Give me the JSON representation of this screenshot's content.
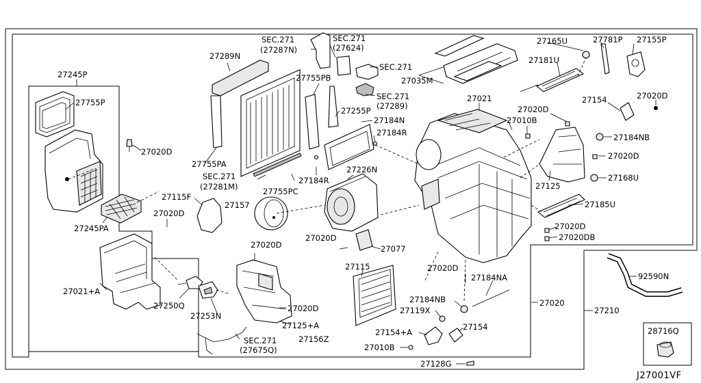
{
  "diagram_code": "J27001VF",
  "labels": {
    "p27245P": "27245P",
    "p27755P": "27755P",
    "p27020D_a": "27020D",
    "p27245PA": "27245PA",
    "p27021A": "27021+A",
    "p27250Q": "27250Q",
    "p27253N": "27253N",
    "p27289N": "27289N",
    "p27755PA": "27755PA",
    "sec271_27281M_a": "SEC.271",
    "sec271_27281M_b": "(27281M)",
    "p27755PC": "27755PC",
    "p27115F": "27115F",
    "p27020D_b": "27020D",
    "p27157": "27157",
    "sec271_27287N_a": "SEC.271",
    "sec271_27287N_b": "(27287N)",
    "sec271_27624_a": "SEC.271",
    "sec271_27624_b": "(27624)",
    "sec271_c": "SEC.271",
    "sec271_27289_a": "SEC.271",
    "sec271_27289_b": "(27289)",
    "p27755PB": "27755PB",
    "p27255P": "27255P",
    "p27184N": "27184N",
    "p27184R_a": "27184R",
    "p27184R_b": "27184R",
    "p27226N": "27226N",
    "p27035M": "27035M",
    "p27021": "27021",
    "p27020D_c": "27020D",
    "p27010B_a": "27010B",
    "p27165U": "27165U",
    "p27781P": "27781P",
    "p27155P": "27155P",
    "p27181U": "27181U",
    "p27154_a": "27154",
    "p27020D_d": "27020D",
    "p27184NB_a": "27184NB",
    "p27020D_e": "27020D",
    "p27125": "27125",
    "p27168U": "27168U",
    "p27185U": "27185U",
    "p27020D_f": "27020D",
    "p27020DB": "27020DB",
    "p27020D_g": "27020D",
    "p27077": "27077",
    "p27020D_h": "27020D",
    "p27020D_i": "27020D",
    "p27125A": "27125+A",
    "p27115": "27115",
    "p27020D_j": "27020D",
    "p27184NA": "27184NA",
    "p27184NB_b": "27184NB",
    "p27119X": "27119X",
    "p27154A": "27154+A",
    "p27154_b": "27154",
    "p27010B_b": "27010B",
    "p27128G": "27128G",
    "p27020": "27020",
    "p27210": "27210",
    "p92590N": "92590N",
    "p28716Q": "28716Q",
    "sec271_27675Q_a": "SEC.271",
    "sec271_27675Q_b": "(27675Q)",
    "p27156Z": "27156Z"
  }
}
